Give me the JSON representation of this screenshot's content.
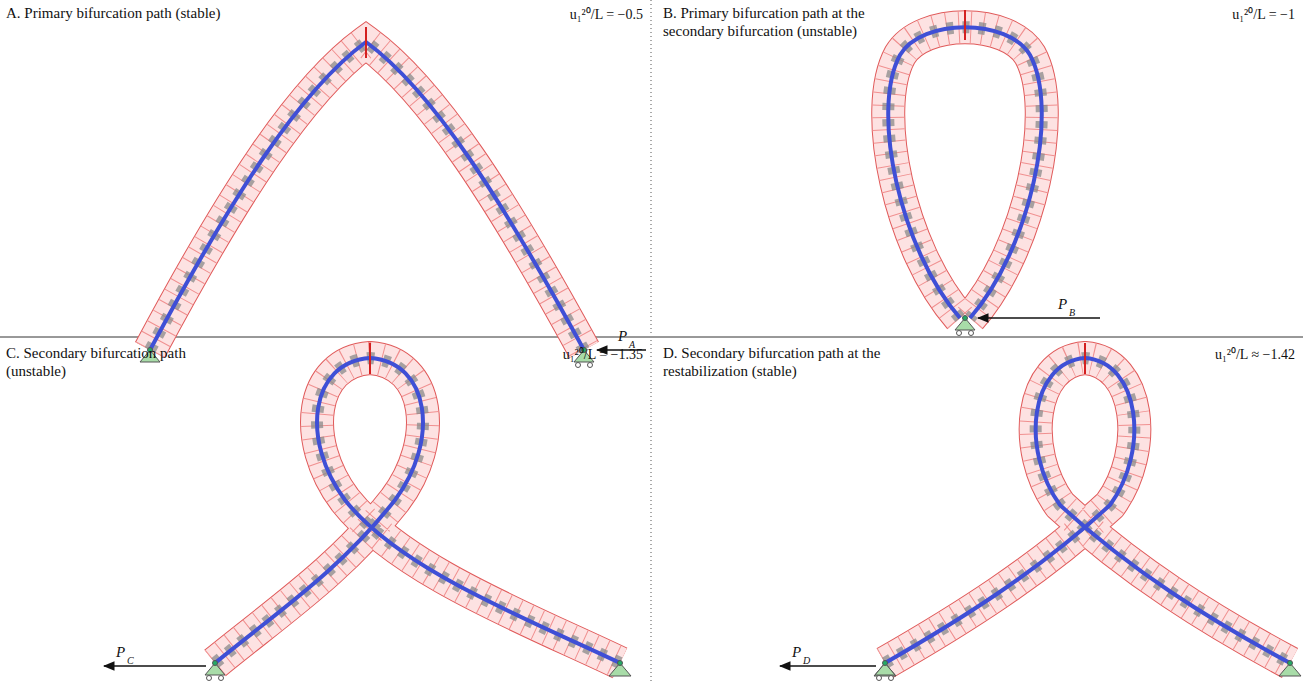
{
  "diagram": {
    "labels": [
      "A. Primary bifurcation path (stable)",
      "u₁²⁰/L = −0.5",
      "P",
      "A",
      "B. Primary bifurcation path at the secondary bifurcation (unstable)",
      "u₁²⁰/L = −1",
      "P",
      "B",
      "C. Secondary bifurcation path (unstable)",
      "u₁²⁰/L = −1.35",
      "P",
      "C",
      "D. Secondary bifurcation path at the restabilization (stable)",
      "u₁²⁰/L ≈ −1.42",
      "P",
      "D"
    ]
  }
}
